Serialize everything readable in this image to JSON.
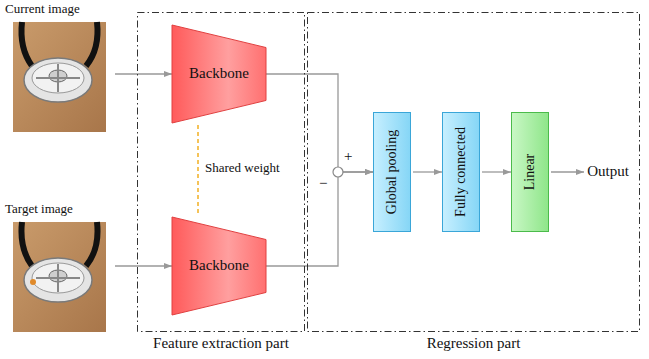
{
  "diagram": {
    "nodes": [
      {
        "text": [
          "Current image"
        ]
      },
      {
        "text": [
          "Target image"
        ]
      },
      {
        "text": [
          "Feature extraction part"
        ]
      },
      {
        "text": [
          "Backbone"
        ],
        "in": 2
      },
      {
        "text": [
          "Backbone"
        ],
        "in": 2
      },
      {
        "text": [
          "Regression part"
        ]
      },
      {
        "text": [
          "Global pooling"
        ],
        "in": 5
      },
      {
        "text": [
          "Fully connected"
        ],
        "in": 5
      },
      {
        "text": [
          "Linear"
        ],
        "in": 5
      },
      {
        "text": [
          "Output"
        ],
        "in": 5
      }
    ],
    "edges": [
      {
        "from": 0,
        "to": 3,
        "arrow": "to"
      },
      {
        "from": 1,
        "to": 4,
        "arrow": "to"
      },
      {
        "from": 3,
        "to": 4,
        "arrow": "none",
        "label": "Shared weight"
      },
      {
        "from": 3,
        "to": 6,
        "arrow": "to"
      },
      {
        "from": 4,
        "to": 6,
        "arrow": "to"
      },
      {
        "from": 6,
        "to": 7,
        "arrow": "to"
      },
      {
        "from": 7,
        "to": 8,
        "arrow": "to"
      },
      {
        "from": 8,
        "to": 9,
        "arrow": "to"
      }
    ],
    "labels": [
      "+",
      "−"
    ]
  }
}
